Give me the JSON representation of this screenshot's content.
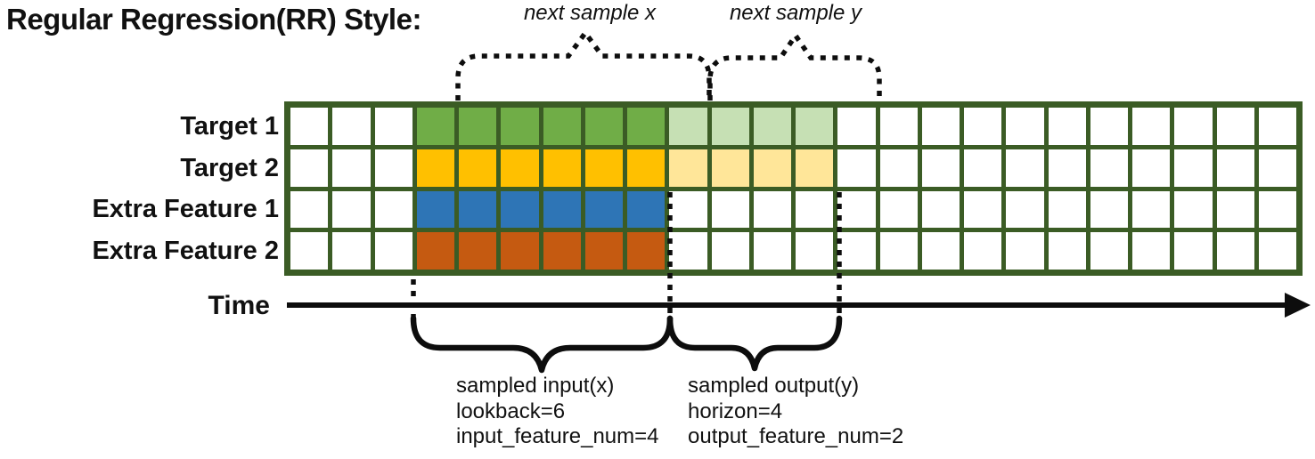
{
  "title": "Regular Regression(RR) Style:",
  "top_annotations": {
    "next_sample_x_label": "next sample x",
    "next_sample_y_label": "next sample y"
  },
  "grid": {
    "num_columns": 24,
    "num_rows": 4,
    "input_start_column": 3,
    "lookback": 6,
    "horizon": 4,
    "border_color": "#3b5c25",
    "empty_cell_color": "#ffffff"
  },
  "rows": [
    {
      "label": "Target 1",
      "input_color": "#70ad47",
      "output_color": "#c6e0b4"
    },
    {
      "label": "Target 2",
      "input_color": "#ffc000",
      "output_color": "#ffe699"
    },
    {
      "label": "Extra Feature 1",
      "input_color": "#2e75b6",
      "output_color": null
    },
    {
      "label": "Extra Feature 2",
      "input_color": "#c55a11",
      "output_color": null
    }
  ],
  "time_axis": {
    "label": "Time"
  },
  "input_annotation": {
    "title": "sampled input(x)",
    "lookback_line": "lookback=6",
    "feature_num_line": "input_feature_num=4"
  },
  "output_annotation": {
    "title": "sampled output(y)",
    "horizon_line": "horizon=4",
    "feature_num_line": "output_feature_num=2"
  },
  "colors": {
    "ink": "#0d0d0d"
  }
}
